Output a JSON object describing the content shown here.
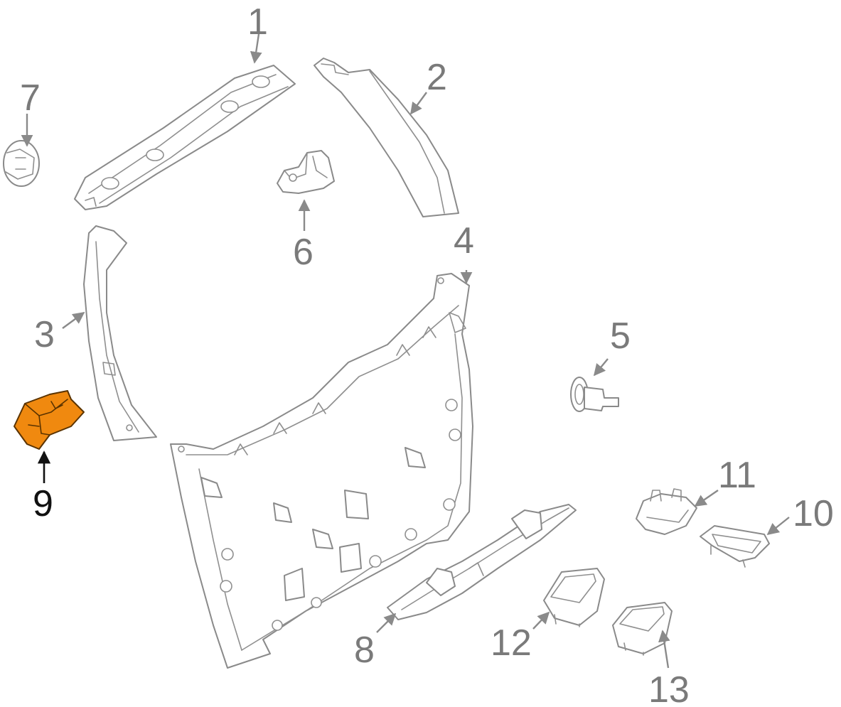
{
  "diagram": {
    "highlight_color": "#f0890f",
    "line_color": "#8a8a8a",
    "callouts": [
      {
        "id": "1",
        "label": "1"
      },
      {
        "id": "2",
        "label": "2"
      },
      {
        "id": "3",
        "label": "3"
      },
      {
        "id": "4",
        "label": "4"
      },
      {
        "id": "5",
        "label": "5"
      },
      {
        "id": "6",
        "label": "6"
      },
      {
        "id": "7",
        "label": "7"
      },
      {
        "id": "8",
        "label": "8"
      },
      {
        "id": "9",
        "label": "9",
        "highlighted": true
      },
      {
        "id": "10",
        "label": "10"
      },
      {
        "id": "11",
        "label": "11"
      },
      {
        "id": "12",
        "label": "12"
      },
      {
        "id": "13",
        "label": "13"
      }
    ]
  }
}
